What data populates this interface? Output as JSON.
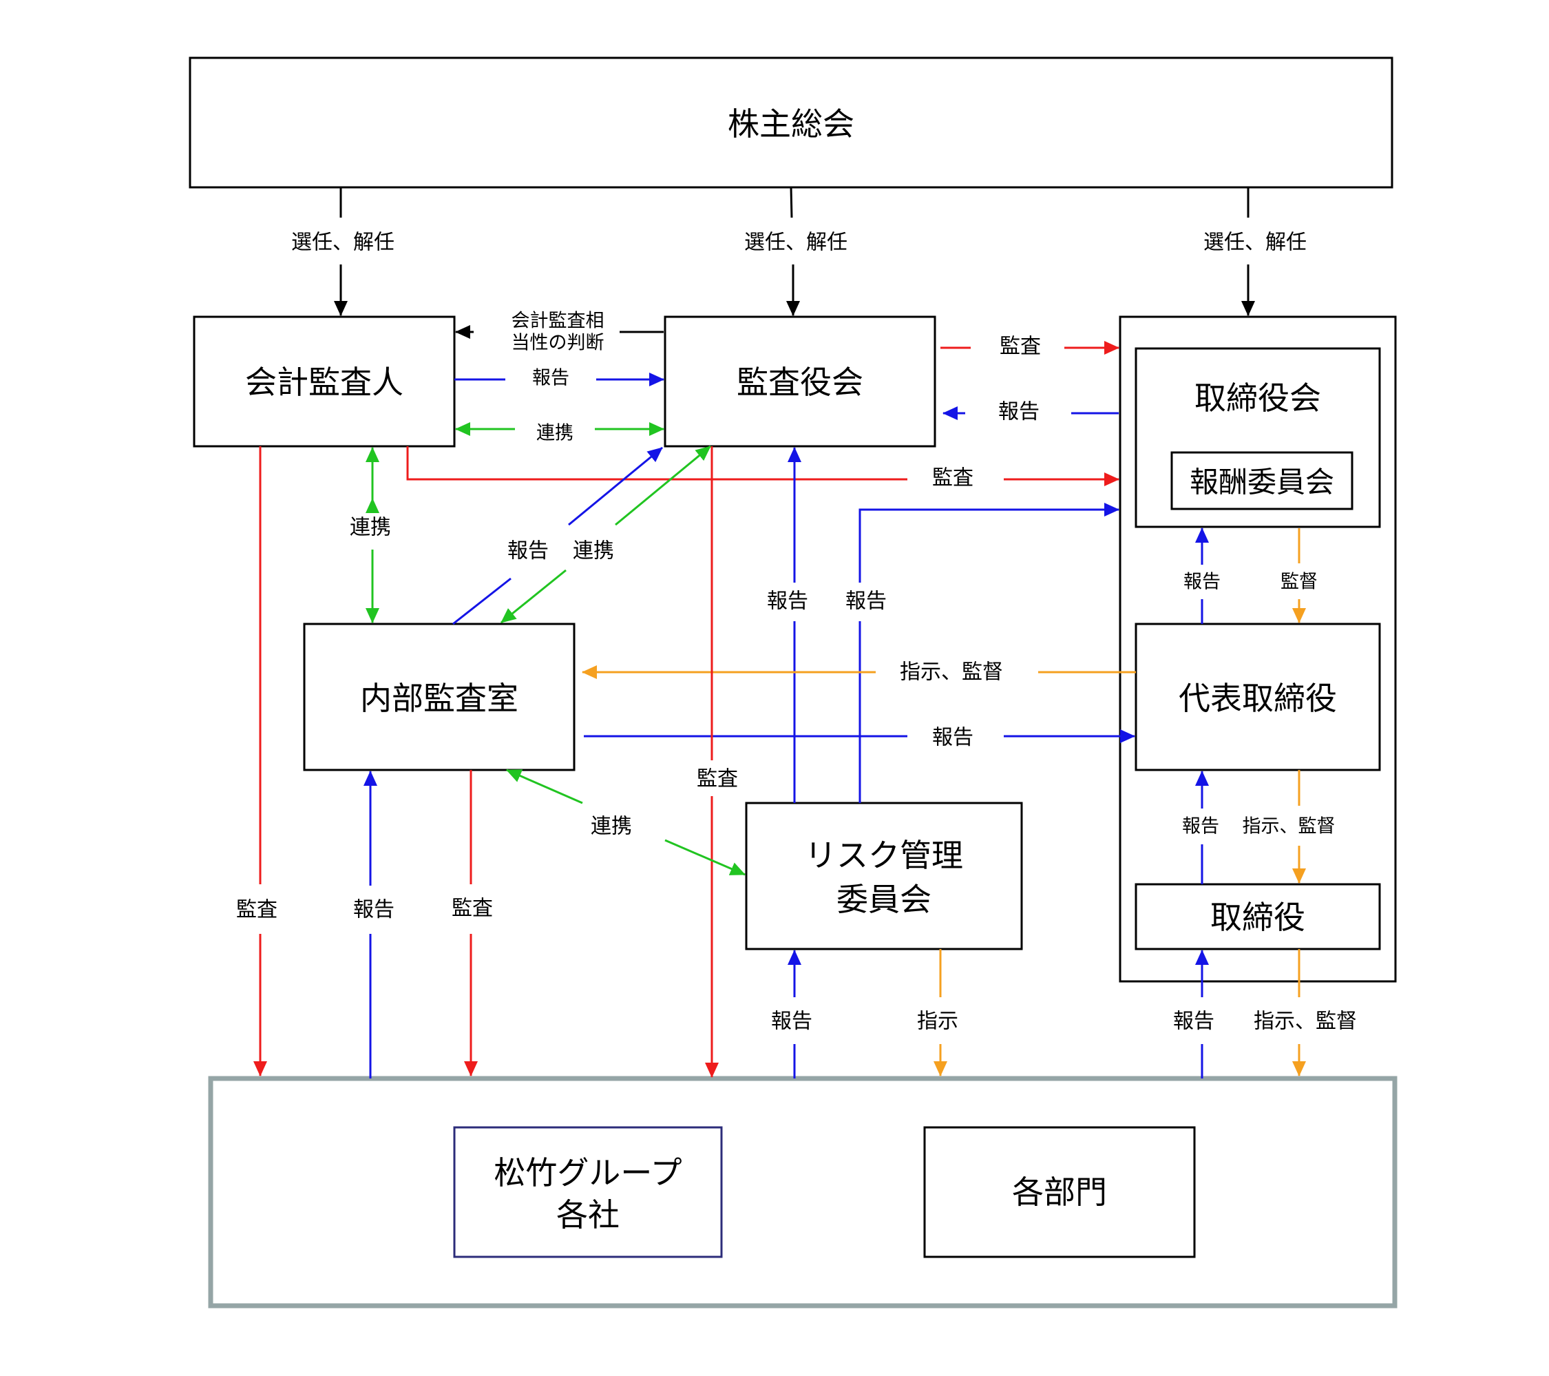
{
  "nodes": {
    "shareholders": "株主総会",
    "accounting_auditor": "会計監査人",
    "audit_board": "監査役会",
    "board_of_directors": "取締役会",
    "compensation_committee": "報酬委員会",
    "internal_audit": "内部監査室",
    "representative_director": "代表取締役",
    "risk_committee_line1": "リスク管理",
    "risk_committee_line2": "委員会",
    "director": "取締役",
    "group_companies_line1": "松竹グループ",
    "group_companies_line2": "各社",
    "departments": "各部門"
  },
  "labels": {
    "appoint_left": "選任、解任",
    "appoint_center": "選任、解任",
    "appoint_right": "選任、解任",
    "adequacy_line1": "会計監査相",
    "adequacy_line2": "当性の判断",
    "acc_to_audit_report": "報告",
    "acc_audit_link": "連携",
    "audit_to_board": "監査",
    "board_to_audit_report": "報告",
    "acc_to_board_audit": "監査",
    "acc_internal_link": "連携",
    "internal_report": "報告",
    "internal_link": "連携",
    "risk_report_1": "報告",
    "risk_report_2": "報告",
    "board_report": "報告",
    "board_supervise": "監督",
    "rep_instruct": "指示、監督",
    "internal_to_rep_report": "報告",
    "audit_down": "監査",
    "internal_risk_link": "連携",
    "dir_report": "報告",
    "dir_instruct": "指示、監督",
    "acc_down_audit": "監査",
    "internal_up_report": "報告",
    "internal_down_audit": "監査",
    "risk_up_report": "報告",
    "risk_instruct": "指示",
    "bottom_report": "報告",
    "bottom_instruct": "指示、監督"
  },
  "colors": {
    "black": "#000000",
    "red": "#ee1c1c",
    "blue": "#1414e6",
    "green": "#21c421",
    "orange": "#f5a020",
    "gray_border": "#95a5a6",
    "navy_border": "#2c2c7a"
  }
}
